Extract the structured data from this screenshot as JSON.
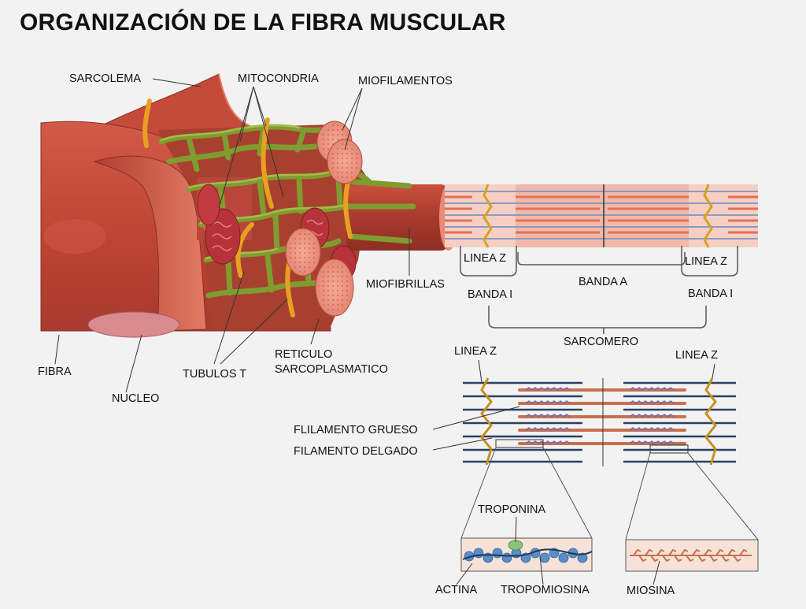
{
  "title": "ORGANIZACIÓN DE LA FIBRA MUSCULAR",
  "labels": {
    "sarcolema": "SARCOLEMA",
    "mitocondria": "MITOCONDRIA",
    "miofilamentos": "MIOFILAMENTOS",
    "miofibrillas": "MIOFIBRILLAS",
    "fibra": "FIBRA",
    "nucleo": "NUCLEO",
    "tubulos_t": "TUBULOS T",
    "reticulo_1": "RETICULO",
    "reticulo_2": "SARCOPLASMATICO",
    "linea_z": "LINEA Z",
    "banda_a": "BANDA A",
    "banda_i": "BANDA I",
    "sarcomero": "SARCOMERO",
    "filamento_grueso": "FLILAMENTO GRUESO",
    "filamento_delgado": "FILAMENTO DELGADO",
    "troponina": "TROPONINA",
    "actina": "ACTINA",
    "tropomiosina": "TROPOMIOSINA",
    "miosina": "MIOSINA"
  },
  "colors": {
    "background": "#f2f2f2",
    "muscle": "#c8463a",
    "muscle_light": "#e07a6a",
    "reticulum": "#8aa63a",
    "tubule": "#e8a020",
    "band_light": "#f6cfc4",
    "filament_thin": "#7a8aa8",
    "filament_thick": "#d4785a",
    "actin": "#5a8ec8",
    "line": "#333333"
  }
}
